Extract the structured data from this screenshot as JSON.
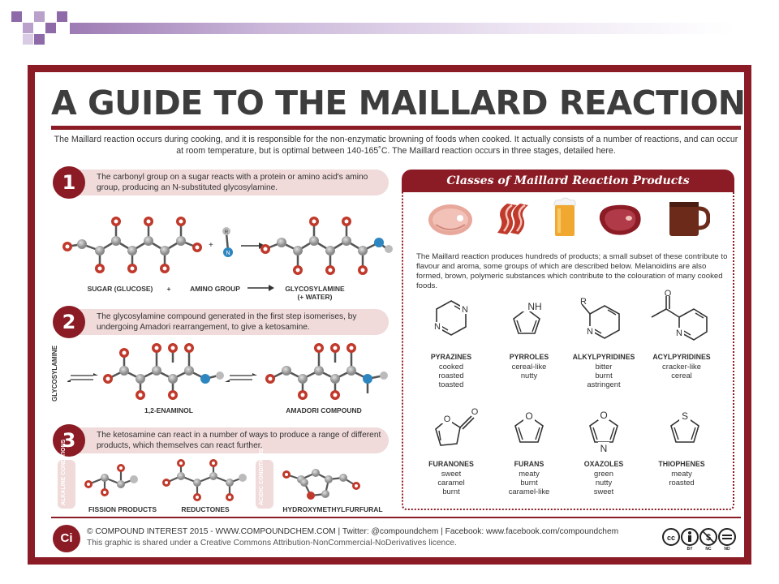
{
  "title": "A GUIDE TO THE MAILLARD REACTION",
  "intro": "The Maillard reaction occurs during cooking, and it is responsible for the non-enzymatic browning of foods when cooked. It actually consists of a number of reactions, and can occur at room temperature, but is optimal between 140-165˚C. The Maillard reaction occurs in three stages, detailed here.",
  "steps": [
    {
      "number": "1",
      "text": "The carbonyl group on a sugar reacts with a protein or amino acid's amino group, producing an N-substituted glycosylamine."
    },
    {
      "number": "2",
      "text": "The glycosylamine compound generated in the first step isomerises, by undergoing Amadori rearrangement, to give a ketosamine."
    },
    {
      "number": "3",
      "text": "The ketosamine can react in a number of ways to produce a range of different products, which themselves can react further."
    }
  ],
  "step1_labels": {
    "sugar": "SUGAR (GLUCOSE)",
    "plus": "+",
    "amino": "AMINO GROUP",
    "product": "GLYCOSYLAMINE",
    "product_note": "(+ WATER)"
  },
  "step2_labels": {
    "side": "GLYCOSYLAMINE",
    "enaminol": "1,2-ENAMINOL",
    "amadori": "AMADORI COMPOUND"
  },
  "step3_labels": {
    "alkaline": "ALKALINE CONDITIONS",
    "acidic": "ACIDIC CONDITIONS",
    "fission": "FISSION PRODUCTS",
    "reductones": "REDUCTONES",
    "hmf": "HYDROXYMETHYLFURFURAL"
  },
  "panel": {
    "heading": "Classes of Maillard Reaction Products",
    "food_icons": [
      "ham-icon",
      "bacon-icon",
      "beer-icon",
      "steak-icon",
      "coffee-mug-icon"
    ],
    "text": "The Maillard reaction produces hundreds of products; a small subset of these contribute to flavour and aroma, some groups of which are described below. Melanoidins are also formed, brown, polymeric substances which contribute to the colouration of many cooked foods.",
    "classes": [
      {
        "name": "PYRAZINES",
        "desc": [
          "cooked",
          "roasted",
          "toasted"
        ]
      },
      {
        "name": "PYRROLES",
        "desc": [
          "cereal-like",
          "nutty"
        ]
      },
      {
        "name": "ALKYLPYRIDINES",
        "desc": [
          "bitter",
          "burnt",
          "astringent"
        ]
      },
      {
        "name": "ACYLPYRIDINES",
        "desc": [
          "cracker-like",
          "cereal"
        ]
      },
      {
        "name": "FURANONES",
        "desc": [
          "sweet",
          "caramel",
          "burnt"
        ]
      },
      {
        "name": "FURANS",
        "desc": [
          "meaty",
          "burnt",
          "caramel-like"
        ]
      },
      {
        "name": "OXAZOLES",
        "desc": [
          "green",
          "nutty",
          "sweet"
        ]
      },
      {
        "name": "THIOPHENES",
        "desc": [
          "meaty",
          "roasted"
        ]
      }
    ]
  },
  "footer": {
    "logo": "Ci",
    "line1": "© COMPOUND INTEREST 2015 - WWW.COMPOUNDCHEM.COM | Twitter: @compoundchem | Facebook: www.facebook.com/compoundchem",
    "line2": "This graphic is shared under a Creative Commons Attribution-NonCommercial-NoDerivatives licence.",
    "license_badges": [
      "cc",
      "BY",
      "NC",
      "ND"
    ]
  },
  "colors": {
    "brand": "#8b1b24",
    "banner": "#f0dada",
    "carbon": "#9a9a9a",
    "oxygen": "#c0392b",
    "nitrogen": "#2e86c1",
    "deco": "#9d7bb4"
  }
}
